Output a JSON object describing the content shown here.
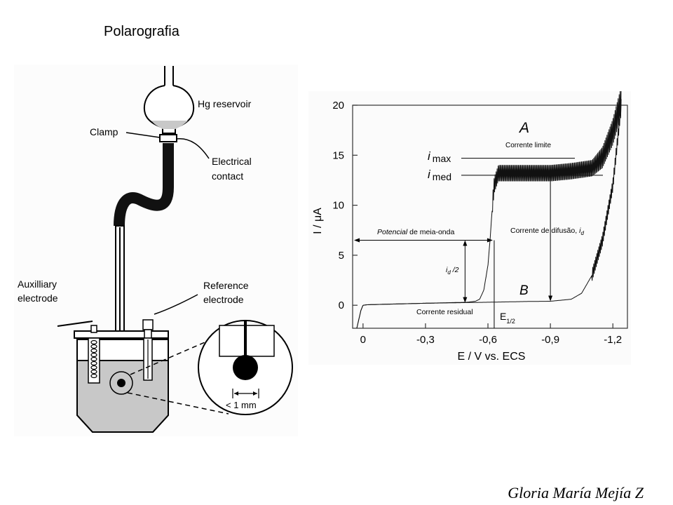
{
  "slide": {
    "title": "Polarografia",
    "author": "Gloria María Mejía Z"
  },
  "apparatus": {
    "labels": {
      "hg_reservoir": "Hg reservoir",
      "clamp": "Clamp",
      "electrical_contact_1": "Electrical",
      "electrical_contact_2": "contact",
      "auxiliary_1": "Auxilliary",
      "auxiliary_2": "electrode",
      "reference_1": "Reference",
      "reference_2": "electrode",
      "scale": "< 1 mm"
    }
  },
  "graph": {
    "y_axis_label": "I / μA",
    "x_axis_label": "E / V vs. ECS",
    "y_ticks": [
      "0",
      "5",
      "10",
      "15",
      "20"
    ],
    "x_ticks": [
      "0",
      "-0,3",
      "-0,6",
      "-0,9",
      "-1,2"
    ],
    "curve_a_letter": "A",
    "curve_b_letter": "B",
    "corrente_limite": "Corrente limite",
    "i_max_i": "i",
    "i_max_sub": "max",
    "i_med_i": "i",
    "i_med_sub": "med",
    "potencial_italic": "Potencial",
    "potencial_rest": " de meia-onda",
    "corrente_difusao": "Corrente de difusão,",
    "id_i": "i",
    "id_sub": "d",
    "id_half_i": "i",
    "id_half_sub": "d",
    "id_half_rest": " /2",
    "corrente_residual": "Corrente residual",
    "e_half": "E",
    "e_half_sub": "1/2"
  },
  "chart_data": {
    "type": "line",
    "xlabel": "E / V vs. ECS",
    "ylabel": "I / μA",
    "xlim": [
      0.05,
      -1.27
    ],
    "ylim": [
      -2.3,
      20
    ],
    "x_ticks": [
      0,
      -0.3,
      -0.6,
      -0.9,
      -1.2
    ],
    "y_ticks": [
      0,
      5,
      10,
      15,
      20
    ],
    "series": [
      {
        "name": "A",
        "x": [
          0.03,
          0.01,
          0.0,
          -0.02,
          -0.1,
          -0.2,
          -0.3,
          -0.4,
          -0.5,
          -0.54,
          -0.56,
          -0.58,
          -0.6,
          -0.61,
          -0.62,
          -0.63,
          -0.65,
          -0.7,
          -0.8,
          -0.9,
          -1.0,
          -1.1,
          -1.15,
          -1.2,
          -1.24
        ],
        "y": [
          -2.3,
          -0.5,
          0.0,
          0.05,
          0.1,
          0.15,
          0.2,
          0.25,
          0.3,
          0.4,
          0.6,
          1.5,
          4.0,
          6.5,
          9.5,
          11.8,
          13.0,
          13.0,
          13.0,
          13.0,
          13.2,
          13.5,
          14.5,
          17.0,
          20.0
        ],
        "oscillation_range": [
          11.8,
          15.2
        ]
      },
      {
        "name": "B",
        "x": [
          0.03,
          0.01,
          0.0,
          -0.02,
          -0.3,
          -0.6,
          -0.8,
          -0.9,
          -1.0,
          -1.05,
          -1.1,
          -1.15,
          -1.2,
          -1.24
        ],
        "y": [
          -2.3,
          -0.5,
          0.0,
          0.05,
          0.2,
          0.3,
          0.38,
          0.4,
          0.6,
          1.2,
          3.0,
          6.5,
          12.0,
          20.0
        ]
      }
    ],
    "reference_lines": {
      "i_max": 14.7,
      "i_med": 13.0,
      "e_half": -0.63,
      "half_id": 6.5
    },
    "grid": false,
    "legend": "none"
  }
}
